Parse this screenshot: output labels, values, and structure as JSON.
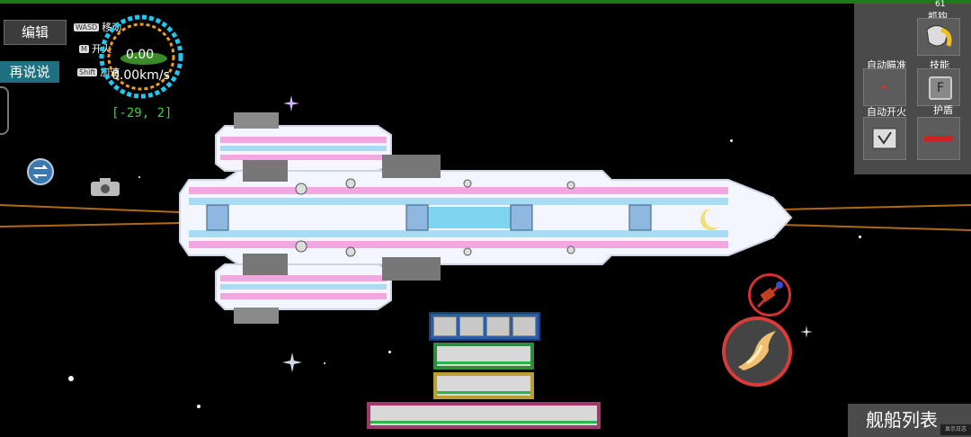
{
  "hud": {
    "edit_label": "编辑",
    "say_again_label": "再说说",
    "controls": [
      {
        "key": "WASD",
        "label": "移动"
      },
      {
        "key": "M",
        "label": "开火"
      },
      {
        "key": "Shift",
        "label": "加速"
      }
    ],
    "speed_value": "0.00",
    "speed_unit_text": "0.00km/s",
    "coords": "[-29, 2]"
  },
  "right_panel": {
    "fps": "61",
    "grab_label": "抓钩",
    "auto_aim_label": "自动瞄准",
    "skill_label": "技能",
    "skill_key": "F",
    "auto_fire_label": "自动开火",
    "shield_label": "护盾"
  },
  "footer": {
    "ship_list_label": "舰船列表",
    "mini_tag": "显示日志"
  },
  "icons": {
    "swap": "swap-arrows-icon",
    "camera": "camera-icon",
    "grab": "grab-hook-icon",
    "target": "crosshair-icon",
    "skill": "keyboard-f-icon",
    "autofire": "checkmark-screen-icon",
    "shield": "shield-bar-icon",
    "attack": "flame-bird-icon",
    "enemy": "enemy-marker-icon"
  },
  "colors": {
    "ship_pink": "#f2a7e0",
    "ship_blue": "#a8dcf5",
    "ship_white": "#f4f6ff",
    "hud_green": "#3ad13a",
    "speedo_cyan": "#1ec8f0",
    "speedo_orange": "#f0a020",
    "warning_red": "#d93a3a"
  }
}
